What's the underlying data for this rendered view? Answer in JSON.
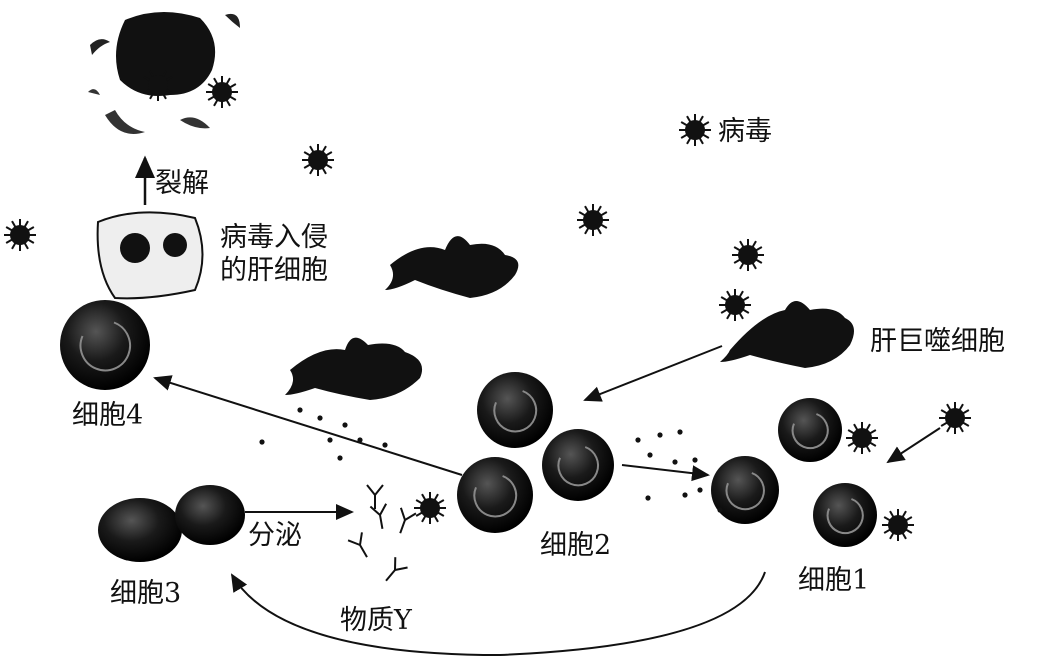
{
  "labels": {
    "virus": "病毒",
    "lysis": "裂解",
    "infected_line1": "病毒入侵",
    "infected_line2": "的肝细胞",
    "macrophage": "肝巨噬细胞",
    "cell4": "细胞4",
    "cell2": "细胞2",
    "cell1": "细胞1",
    "cell3": "细胞3",
    "secrete": "分泌",
    "substance_y": "物质Y"
  },
  "colors": {
    "ink": "#111111",
    "background": "#ffffff"
  }
}
